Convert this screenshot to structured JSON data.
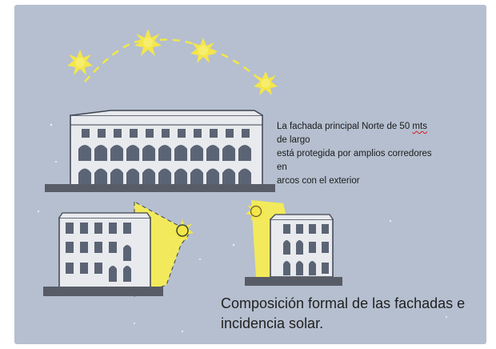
{
  "annotation": {
    "line1_before": "La fachada principal Norte de 50 ",
    "line1_flagged_word": "mts",
    "line1_after": " de largo",
    "line2": "está protegida por amplios corredores en",
    "line3": "arcos con el exterior"
  },
  "caption": {
    "line1": "Composición formal de las fachadas e",
    "line2": "incidencia solar."
  },
  "colors": {
    "background": "#b5bfcf",
    "sun": "#f4e64a",
    "sun_light": "#f2ea5c",
    "ground": "#585c66",
    "building_wall": "#e8eaee",
    "openings": "#5b6474"
  },
  "icons": [
    "sun-icon"
  ]
}
